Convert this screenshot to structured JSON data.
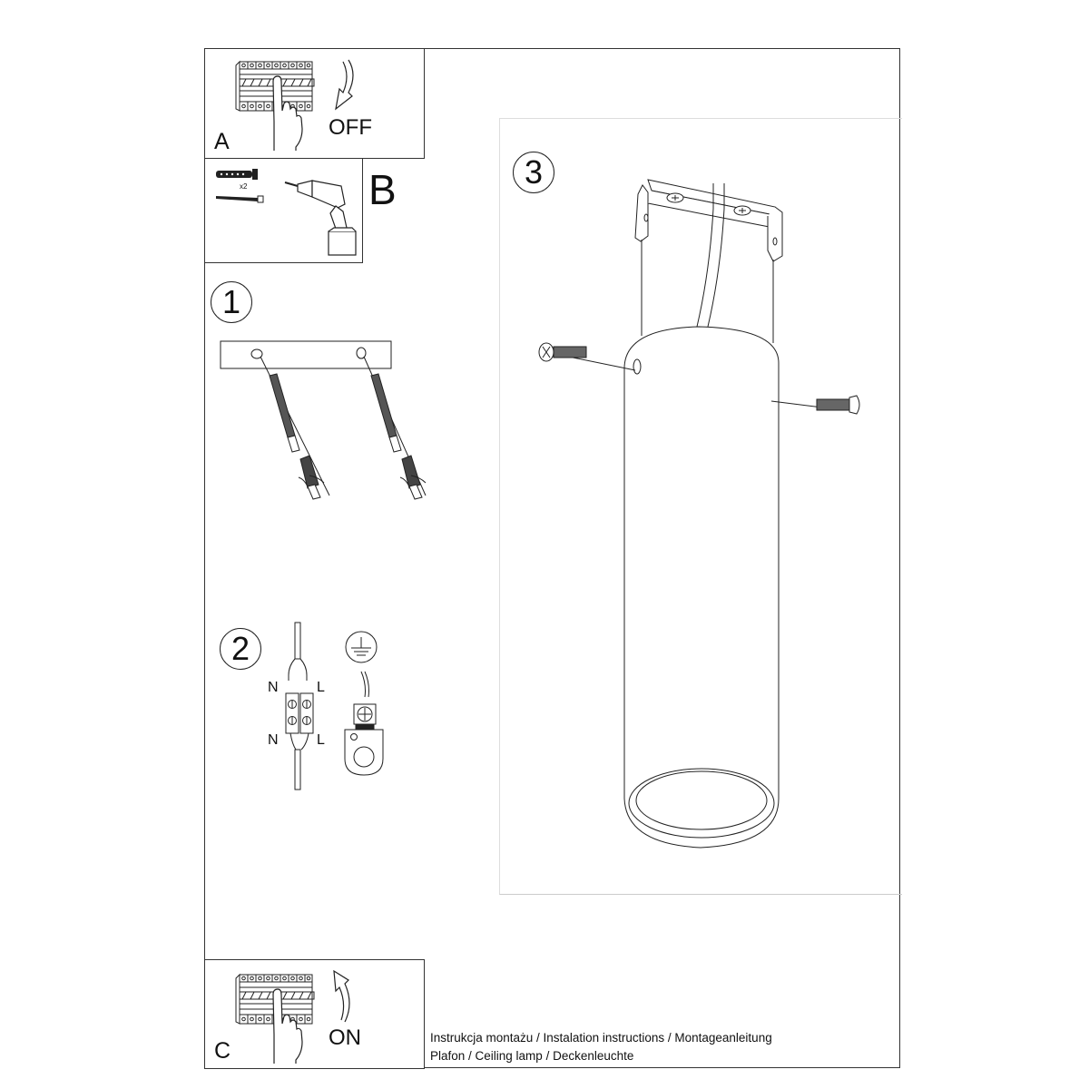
{
  "document": {
    "title": "Instrukcja montażu / Instalation instructions / Montageanleitung",
    "subtitle": "Plafon / Ceiling lamp / Deckenleuchte"
  },
  "panels": {
    "A": {
      "label": "A",
      "action": "OFF",
      "icon": "circuit-breaker-icon"
    },
    "B": {
      "label": "B",
      "quantity": "x2",
      "icons": [
        "wall-plug-icon",
        "screw-icon",
        "drill-icon"
      ]
    },
    "C": {
      "label": "C",
      "action": "ON",
      "icon": "circuit-breaker-icon"
    }
  },
  "steps": [
    {
      "number": "1",
      "description_icon": "mounting-plate-screws-icon"
    },
    {
      "number": "2",
      "terminals": {
        "top_left": "N",
        "top_right": "L",
        "bottom_left": "N",
        "bottom_right": "L"
      },
      "icons": [
        "terminal-block-icon",
        "ground-symbol-icon",
        "ground-terminal-icon"
      ]
    },
    {
      "number": "3",
      "description_icon": "cylinder-lamp-mounting-icon"
    }
  ],
  "colors": {
    "line": "#222222",
    "frame": "#333333",
    "panel_border": "#dddddd",
    "background": "#ffffff"
  }
}
